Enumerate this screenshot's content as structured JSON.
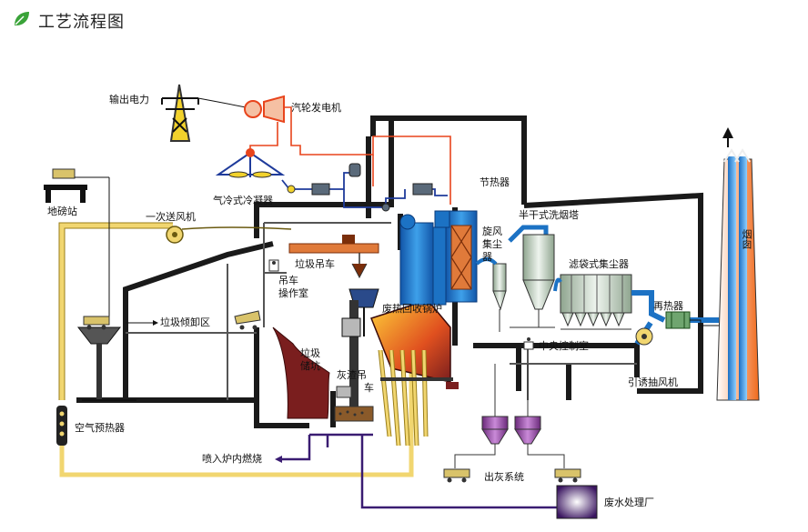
{
  "header": {
    "title": "工艺流程图",
    "icon": "leaf-icon"
  },
  "labels": {
    "power_output": "输出电力",
    "steam_turbine": "汽轮发电机",
    "air_condenser": "气冷式冷凝器",
    "weighbridge": "地磅站",
    "primary_fan": "一次送风机",
    "economizer": "节热器",
    "semi_dry_scrubber": "半干式洗烟塔",
    "cyclone_line1": "旋风",
    "cyclone_line2": "集尘",
    "cyclone_line3": "器",
    "bag_filter": "滤袋式集尘器",
    "chimney": "烟囱",
    "garbage_crane": "垃圾吊车",
    "crane_room_1": "吊车",
    "crane_room_2": "操作室",
    "tipping_area": "垃圾倾卸区",
    "waste_boiler": "废热回收锅炉",
    "reheater": "再热器",
    "central_control": "中央控制室",
    "pit_1": "垃圾",
    "pit_2": "储坑",
    "ash_crane_1": "灰渣吊",
    "ash_crane_2": "车",
    "id_fan": "引诱抽风机",
    "air_preheater": "空气预热器",
    "inject_furnace": "喷入炉内燃烧",
    "ash_system": "出灰系统",
    "wastewater": "废水处理厂"
  },
  "colors": {
    "steel": "#222222",
    "steam_line": "#e8441c",
    "water_line": "#1f3b9b",
    "air_duct": "#f1d670",
    "boiler_blue": "#1c72c4",
    "waste": "#7a1e1e",
    "flame": "#e0501f",
    "chimney_orange": "#f06a1c",
    "chimney_blue": "#3a9be0",
    "leaf": "#3aa339"
  }
}
